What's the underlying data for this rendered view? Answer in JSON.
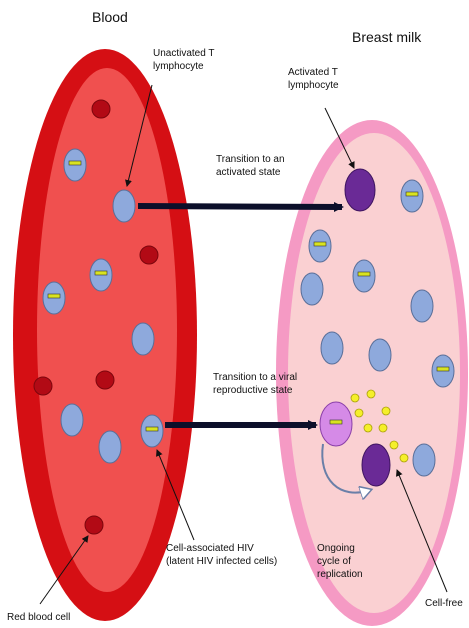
{
  "titles": {
    "blood": "Blood",
    "milk": "Breast milk"
  },
  "labels": {
    "unactivated_t": "Unactivated T\nlymphocyte",
    "activated_t": "Activated T\nlymphocyte",
    "transition_activated": "Transition to an\nactivated state",
    "transition_viral": "Transition to a viral\nreproductive state",
    "cell_associated": "Cell-associated HIV\n(latent HIV infected cells)",
    "red_blood_cell": "Red blood cell",
    "ongoing_cycle": "Ongoing\ncycle of\nreplication",
    "cell_free": "Cell-free"
  },
  "colors": {
    "blood_outer": "#d50f14",
    "blood_inner": "#f0504f",
    "milk_outer": "#f59ac4",
    "milk_inner": "#fad0d2",
    "t_cell": "#8ea9dc",
    "t_cell_stroke": "#5a6f99",
    "red_cell": "#b20a15",
    "activated_cell": "#6a2a96",
    "infected_cell": "#d58ae7",
    "virus": "#f5ef2a",
    "marker": "#d9e320",
    "arrow": "#0c0f2a"
  }
}
